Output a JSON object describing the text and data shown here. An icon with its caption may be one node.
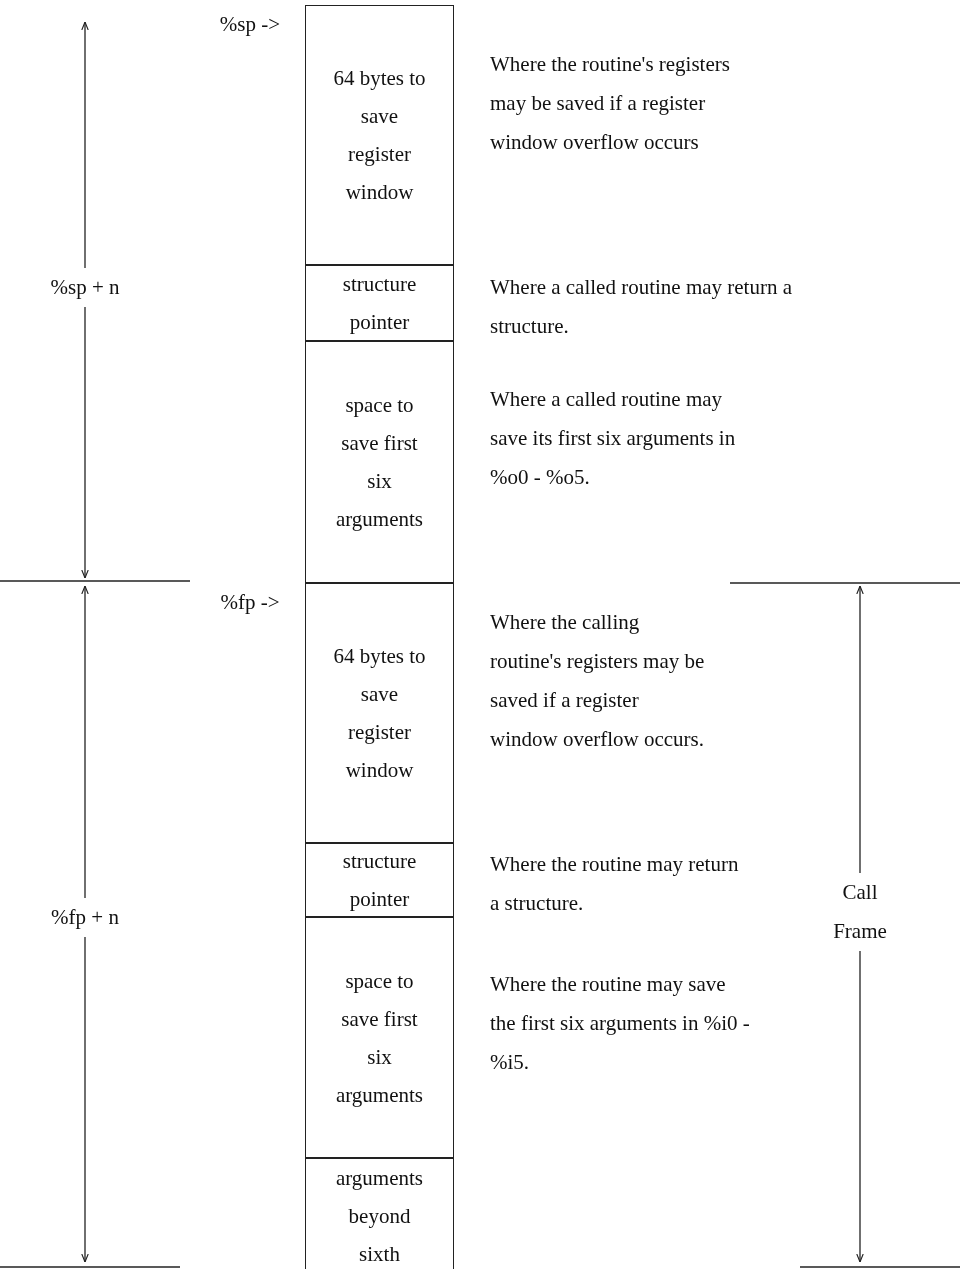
{
  "diagram": {
    "nodes": [
      {
        "text": [
          "64 bytes to save register window"
        ],
        "beside": [
          "Where the routine's registers may be saved if a register window overflow occurs"
        ]
      },
      {
        "text": [
          "structure pointer"
        ],
        "beside": [
          "Where a called routine may return a structure."
        ]
      },
      {
        "text": [
          "space to save first six arguments"
        ],
        "beside": [
          "Where a called routine may save its first six arguments in %o0 - %o5."
        ]
      },
      {
        "text": [
          "64 bytes to save register window"
        ],
        "beside": [
          "Where the calling routine's registers may be saved if a register window overflow occurs."
        ]
      },
      {
        "text": [
          "structure pointer"
        ],
        "beside": [
          "Where the routine may return a structure."
        ]
      },
      {
        "text": [
          "space to save first six arguments"
        ],
        "beside": [
          "Where the routine may save the first six arguments in %i0 - %i5."
        ]
      },
      {
        "text": [
          "arguments beyond sixth"
        ]
      }
    ],
    "labels": [
      "%sp ->",
      "%sp + n",
      "%fp ->",
      "%fp + n",
      "Call Frame"
    ]
  }
}
